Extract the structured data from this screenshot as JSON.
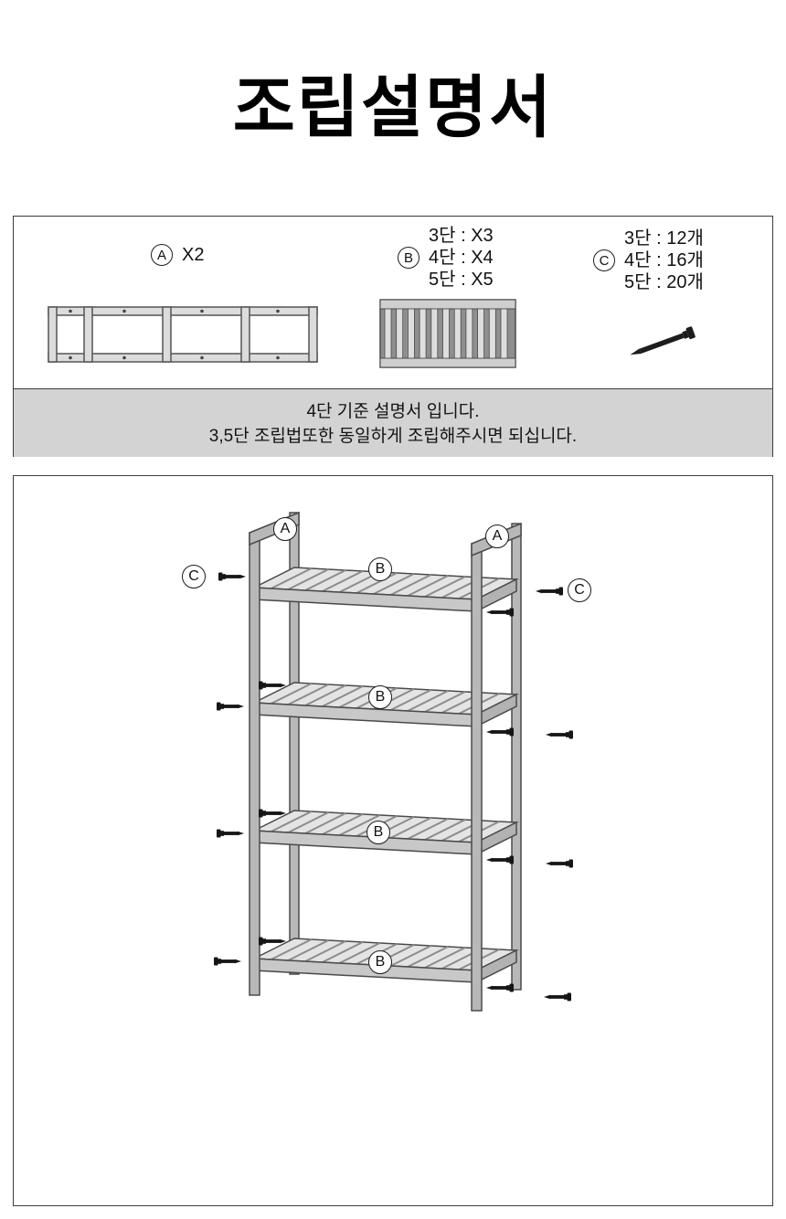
{
  "title": "조립설명서",
  "parts": {
    "a": {
      "letter": "A",
      "qty": "X2",
      "icon": "side-frame-ladder"
    },
    "b": {
      "letter": "B",
      "lines": [
        "3단 : X3",
        "4단 : X4",
        "5단 : X5"
      ],
      "icon": "slatted-shelf-panel"
    },
    "c": {
      "letter": "C",
      "lines": [
        "3단 : 12개",
        "4단 : 16개",
        "5단 : 20개"
      ],
      "icon": "screw"
    }
  },
  "note": {
    "line1": "4단 기준 설명서 입니다.",
    "line2": "3,5단 조립법또한 동일하게 조립해주시면 되십니다."
  },
  "diagram": {
    "label_a": "A",
    "label_b": "B",
    "label_c": "C",
    "tiers_shown": 4
  }
}
